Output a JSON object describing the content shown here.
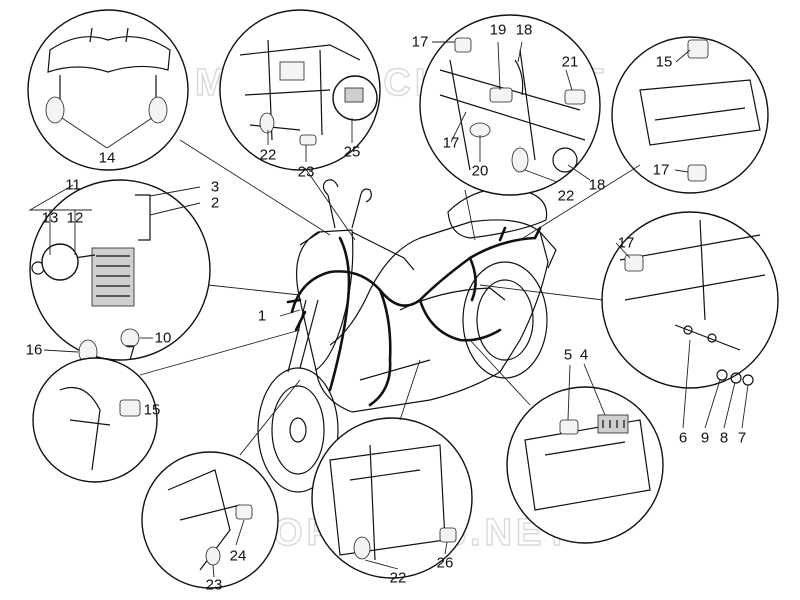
{
  "diagram": {
    "watermarks": [
      "MICROFICHES.NET",
      "MICROFICHES.NET"
    ],
    "callouts": [
      "1",
      "2",
      "3",
      "4",
      "5",
      "6",
      "7",
      "8",
      "9",
      "10",
      "11",
      "12",
      "13",
      "14",
      "15",
      "15",
      "16",
      "17",
      "17",
      "17",
      "17",
      "18",
      "18",
      "19",
      "20",
      "21",
      "22",
      "22",
      "22",
      "23",
      "23",
      "24",
      "25",
      "26"
    ]
  }
}
